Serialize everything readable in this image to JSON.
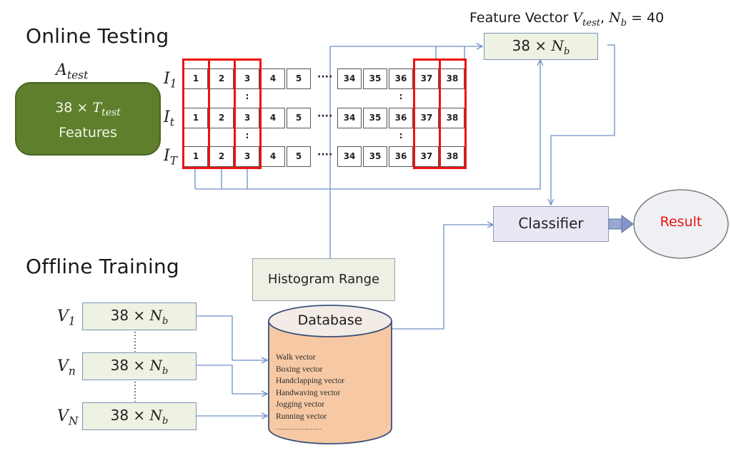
{
  "sections": {
    "online": "Online Testing",
    "offline": "Offline Training"
  },
  "test_input": {
    "label_base": "A",
    "label_sub": "test",
    "line1_prefix": "38 × ",
    "line1_var": "T",
    "line1_sub": "test",
    "line2": "Features"
  },
  "frame_rows": [
    {
      "label_base": "I",
      "label_sub": "1"
    },
    {
      "label_base": "I",
      "label_sub": "t"
    },
    {
      "label_base": "I",
      "label_sub": "T"
    }
  ],
  "feature_cells_left": [
    "1",
    "2",
    "3",
    "4",
    "5"
  ],
  "feature_cells_right": [
    "34",
    "35",
    "36",
    "37",
    "38"
  ],
  "ellipsis": "····",
  "vertical_ellipsis": ":",
  "highlighted_columns": [
    "1",
    "2",
    "3",
    "37",
    "38"
  ],
  "feature_vector": {
    "title_prefix": "Feature Vector ",
    "title_var": "V",
    "title_sub": "test",
    "title_mid": ", ",
    "title_nb": "N",
    "title_nb_sub": "b",
    "title_suffix": " = 40",
    "box_prefix": "38 × ",
    "box_var": "N",
    "box_sub": "b"
  },
  "classifier": {
    "label": "Classifier"
  },
  "result": {
    "label": "Result",
    "color": "#ee1111"
  },
  "histogram": {
    "label": "Histogram Range"
  },
  "database": {
    "title": "Database",
    "items": [
      "Walk vector",
      "Boxing vector",
      "Handclapping vector",
      "Handwaving  vector",
      "Jogging  vector",
      "Running vector",
      "………………………"
    ]
  },
  "training_vectors": [
    {
      "label_base": "V",
      "label_sub": "1",
      "box_prefix": "38 × ",
      "box_var": "N",
      "box_sub": "b"
    },
    {
      "label_base": "V",
      "label_sub": "n",
      "box_prefix": "38 × ",
      "box_var": "N",
      "box_sub": "b"
    },
    {
      "label_base": "V",
      "label_sub": "N",
      "box_prefix": "38 × ",
      "box_var": "N",
      "box_sub": "b"
    }
  ],
  "colors": {
    "connector": "#6d8fc6",
    "highlight": "#ee1111",
    "input_green": "#5f7f2c",
    "vector_fill": "#eef2e2",
    "database_fill": "#f6c9a4"
  }
}
